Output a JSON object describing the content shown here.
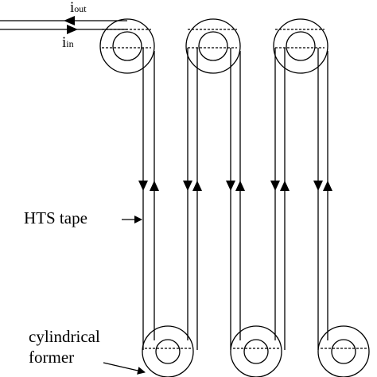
{
  "labels": {
    "hts_tape": "HTS tape",
    "former_line1": "cylindrical",
    "former_line2": "former",
    "i_out_main": "i",
    "i_out_sub": "out",
    "i_in_main": "i",
    "i_in_sub": "in"
  },
  "colors": {
    "stroke": "#000000",
    "background": "#ffffff"
  }
}
